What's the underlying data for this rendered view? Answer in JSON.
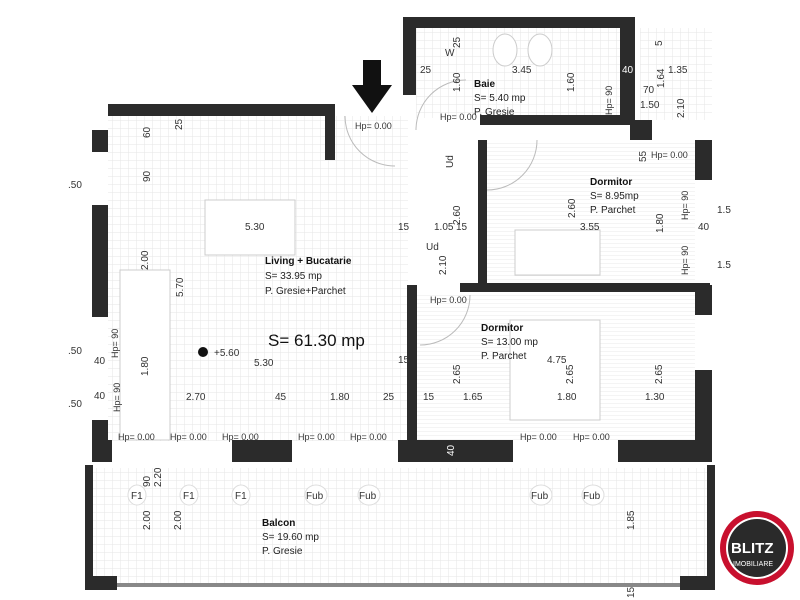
{
  "rooms": {
    "living": {
      "name": "Living + Bucatarie",
      "area": "S= 33.95 mp",
      "floor": "P. Gresie+Parchet"
    },
    "bath": {
      "name": "Baie",
      "area": "S= 5.40 mp",
      "floor": "P. Gresie"
    },
    "bedroom1": {
      "name": "Dormitor",
      "area": "S= 8.95mp",
      "floor": "P. Parchet"
    },
    "bedroom2": {
      "name": "Dormitor",
      "area": "S= 13.00 mp",
      "floor": "P. Parchet"
    },
    "balcony": {
      "name": "Balcon",
      "area": "S= 19.60 mp",
      "floor": "P. Gresie"
    }
  },
  "total_area": "S= 61.30 mp",
  "elevation": "+5.60",
  "hp_zero": "Hp= 0.00",
  "hp_ninety": "Hp= 90",
  "dims": [
    "60",
    "25",
    "90",
    "5.30",
    "2.00",
    "5.70",
    "1.80",
    "2.70",
    "45",
    "1.80",
    "25",
    "15",
    "15",
    "40",
    "40",
    "3.45",
    "25",
    "25",
    "1.60",
    "1.60",
    "1.35",
    "70",
    "1.50",
    "1.64",
    "2.10",
    "40",
    "2.60",
    "1.05",
    "15",
    "2.60",
    "3.55",
    "1.80",
    "4.75",
    "2.65",
    "2.65",
    "2.65",
    "15",
    "1.65",
    "1.80",
    "1.30",
    "90",
    "2.10",
    "2.20",
    "2.00",
    "2.00",
    "1.85",
    "15",
    "40",
    "W",
    "5.30",
    ".50",
    ".50",
    ".50",
    "1.5",
    "1.5",
    "40",
    "5",
    "55"
  ],
  "openings": [
    "F1",
    "F1",
    "F1",
    "Fub",
    "Fub",
    "Fub",
    "Fub",
    "Ud",
    "Ud"
  ],
  "logo": {
    "brand": "BLITZ",
    "sub": "IMOBILIARE",
    "color": "#c8102e"
  }
}
